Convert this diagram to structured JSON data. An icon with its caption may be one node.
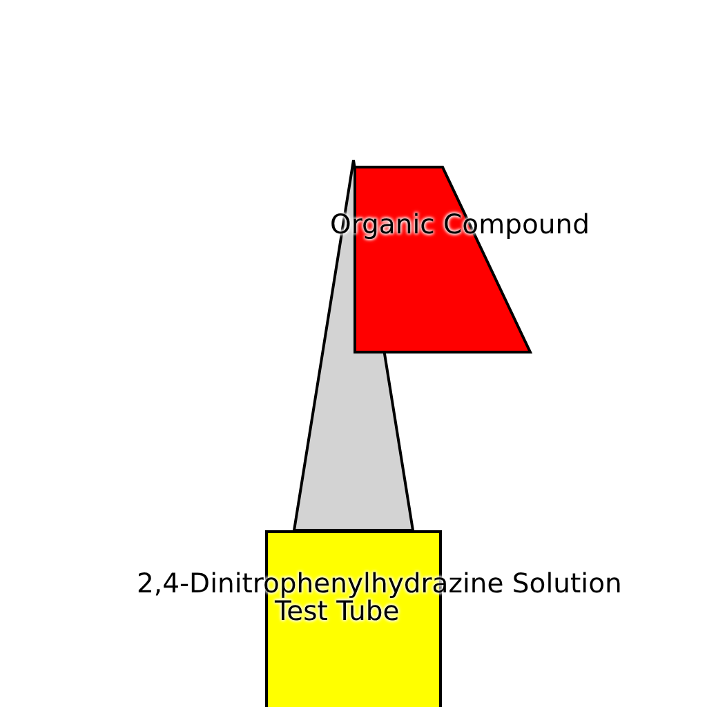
{
  "diagram": {
    "nodes": [
      {
        "text": [],
        "shape": "funnel"
      },
      {
        "text": [
          "Organic Compound"
        ]
      },
      {
        "text": [
          "2,4-Dinitrophenylhydrazine Solution",
          "Test Tube"
        ]
      }
    ]
  }
}
